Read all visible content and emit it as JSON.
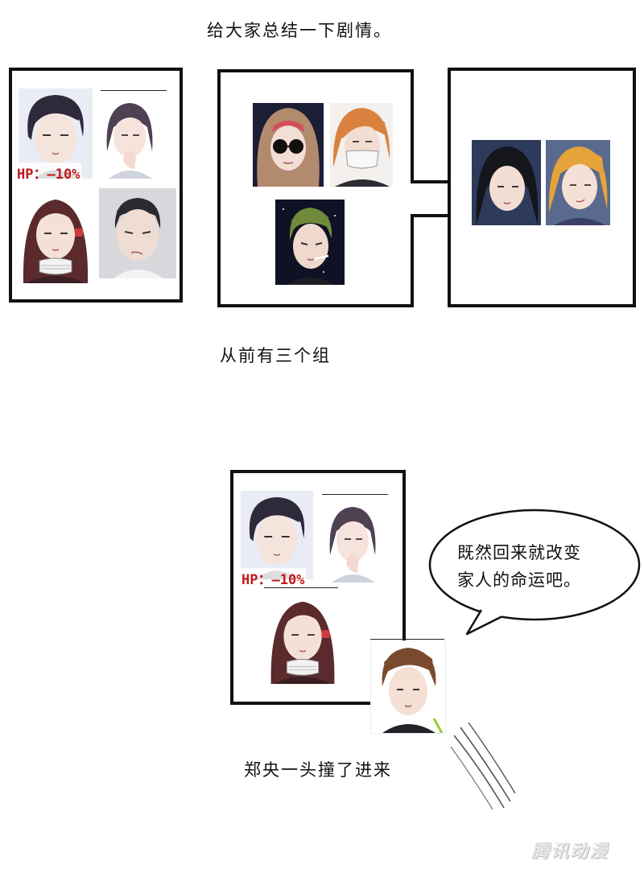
{
  "captions": {
    "intro": "给大家总结一下剧情。",
    "groups": "从前有三个组",
    "enter": "郑央一头撞了进来"
  },
  "hp_label": "HP：–10%",
  "speech": {
    "line1": "既然回来就改变",
    "line2": "家人的命运吧。"
  },
  "watermark": "腾讯动漫",
  "colors": {
    "hp": "#c01818",
    "border": "#111111"
  }
}
